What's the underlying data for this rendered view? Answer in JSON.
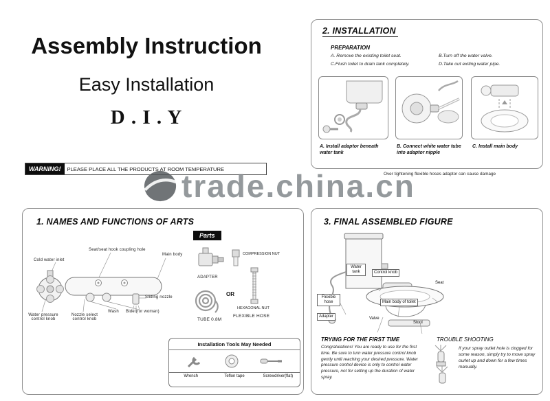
{
  "colors": {
    "badge_bg": "#0d0d0d",
    "warning_bg": "#0d0d0d",
    "watermark_gray": "#7d8387"
  },
  "header": {
    "title": "Assembly Instruction",
    "subtitle": "Easy Installation",
    "diy": "D . I . Y",
    "warning_label": "WARNING!",
    "warning_text": "PLEASE PLACE ALL THE PRODUCTS AT ROOM TEMPERATURE"
  },
  "watermark": {
    "text": "trade.china.cn"
  },
  "installation": {
    "title": "2. INSTALLATION",
    "preparation_title": "PREPARATION",
    "prep_columns": [
      {
        "items": [
          "A. Remove the existing toilet seat.",
          "C.Flush toilet to drain tank completely."
        ]
      },
      {
        "items": [
          "B.Turn off the water valve.",
          "D.Take out exiting water pipe."
        ]
      }
    ],
    "steps": [
      {
        "caption": "A. Install adaptor beneath water tank"
      },
      {
        "caption": "B. Connect white water tube into adaptor nipple"
      },
      {
        "caption": "C. Install main body"
      }
    ],
    "note": "Over tightening flexible hoses adaptor can cause damage"
  },
  "parts": {
    "title": "1. NAMES AND FUNCTIONS OF ARTS",
    "badge": "Parts",
    "labels": {
      "cold_water_inlet": "Cold water inlet",
      "seat_hook": "Seat/seat hook coupling hole",
      "main_body": "Main body",
      "sliding_nozzle": "Sliding nozzle",
      "water_pressure": "Water pressure control knob",
      "nozzle_select": "Nozzle select control knob",
      "wash": "Wash",
      "bidet_woman": "Bidet(for woman)",
      "adapter": "ADAPTER",
      "compression_nut": "COMPRESSION NUT",
      "or": "OR",
      "hexagonal_nut": "HEXAGONAL NUT",
      "tube": "TUBE 0.8M",
      "flexible_hose": "FLEXIBLE HOSE"
    },
    "tools": {
      "title": "Installation Tools May Needed",
      "items": [
        "Wrench",
        "Teflon tape",
        "Screwdriver(flat)"
      ]
    }
  },
  "final": {
    "title": "3. FINAL ASSEMBLED FIGURE",
    "labels": {
      "water_tank": "Water tank",
      "control_knob": "Control knob",
      "seat": "Seat",
      "flexible_hose": "Flexible hose",
      "main_body": "Main body of toilet",
      "adapter": "Adapter",
      "valve": "Valve",
      "stool": "Stool"
    },
    "first_time": {
      "title": "TRYING FOR THE FIRST TIME",
      "text": "Congratulations! You are ready to use for the first time. Be sure to turn water pressure control knob gently until reaching your desired pressure. Water pressure control device is only to control water pressure, not for setting up the duration of water spray."
    },
    "trouble": {
      "title": "TROUBLE SHOOTING",
      "text": "If your spray outlet hole is clogged for some reason, simply try to move spray ourlet up and down for a few times manually."
    }
  }
}
